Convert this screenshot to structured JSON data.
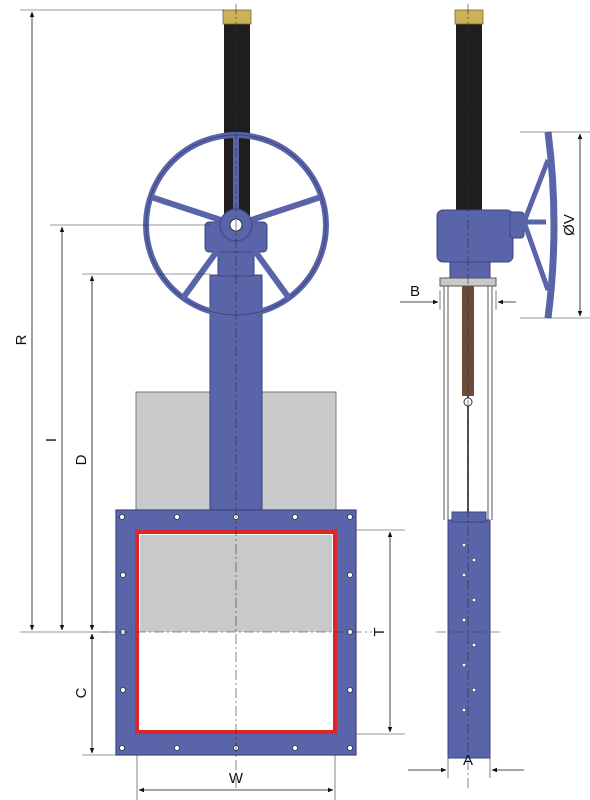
{
  "dimensions": {
    "R": "R",
    "I": "I",
    "D": "D",
    "C": "C",
    "W": "W",
    "T": "T",
    "B": "B",
    "A": "A",
    "V": "ØV"
  },
  "colors": {
    "steel_blue": "#5a64a8",
    "steel_blue_dark": "#3c4580",
    "gate_gray": "#c8c9c9",
    "seal_red": "#d8262b",
    "stem_black": "#1e1e1e",
    "brass": "#c9b25a",
    "stem_brown": "#6b4c3b"
  }
}
